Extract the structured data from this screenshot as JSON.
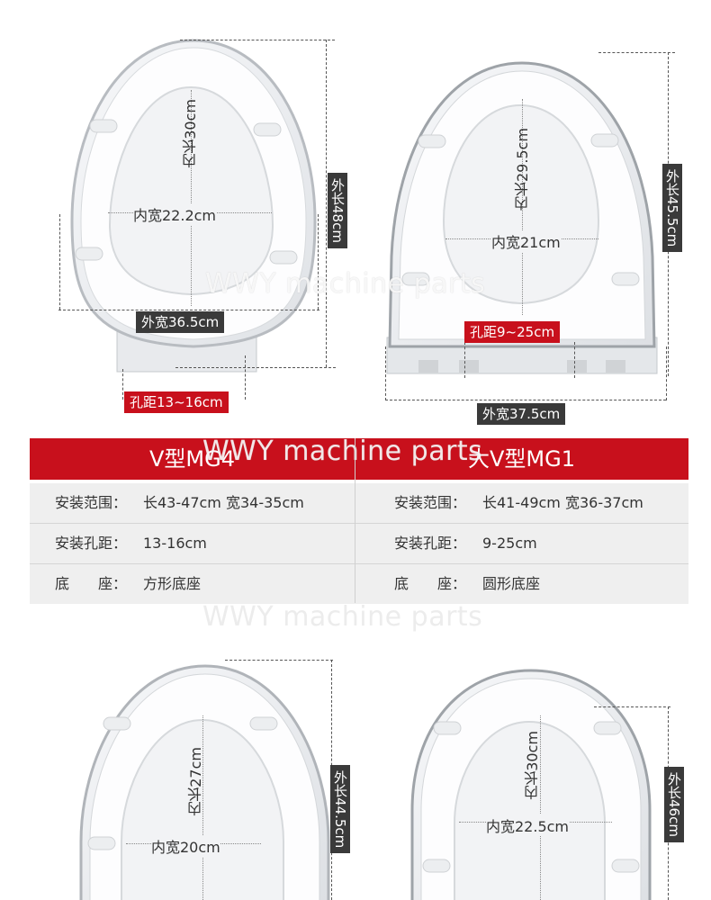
{
  "top_left": {
    "inner_length": "内长30cm",
    "inner_width": "内宽22.2cm",
    "outer_length": "外长48cm",
    "outer_width": "外宽36.5cm",
    "hole_distance": "孔距13~16cm"
  },
  "top_right": {
    "inner_length": "内长29.5cm",
    "inner_width": "内宽21cm",
    "outer_length": "外长45.5cm",
    "outer_width": "外宽37.5cm",
    "hole_distance": "孔距9~25cm"
  },
  "bottom_left": {
    "inner_length": "内长27cm",
    "inner_width": "内宽20cm",
    "outer_length": "外长44.5cm"
  },
  "bottom_right": {
    "inner_length": "内长30cm",
    "inner_width": "内宽22.5cm",
    "outer_length": "外长46cm"
  },
  "watermark": "WWY machine parts",
  "spec_table": {
    "left": {
      "title": "V型MG4",
      "rows": [
        {
          "label": "安装范围：",
          "value": "长43-47cm 宽34-35cm"
        },
        {
          "label": "安装孔距：",
          "value": "13-16cm"
        },
        {
          "label": "底　　座：",
          "value": "方形底座"
        }
      ]
    },
    "right": {
      "title": "大V型MG1",
      "rows": [
        {
          "label": "安装范围：",
          "value": "长41-49cm 宽36-37cm"
        },
        {
          "label": "安装孔距：",
          "value": "9-25cm"
        },
        {
          "label": "底　　座：",
          "value": "圆形底座"
        }
      ]
    }
  },
  "colors": {
    "accent_red": "#c8101c",
    "label_dark": "#3a3a3a",
    "table_bg": "#efefef"
  }
}
